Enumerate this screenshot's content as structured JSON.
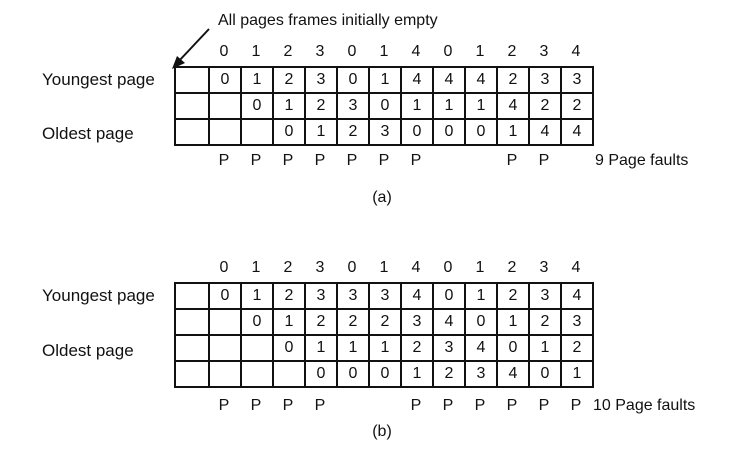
{
  "note": "All pages frames initially empty",
  "row_labels": {
    "youngest": "Youngest page",
    "oldest": "Oldest page"
  },
  "diagram_a": {
    "references": [
      "0",
      "1",
      "2",
      "3",
      "0",
      "1",
      "4",
      "0",
      "1",
      "2",
      "3",
      "4"
    ],
    "rows": [
      [
        "0",
        "1",
        "2",
        "3",
        "0",
        "1",
        "4",
        "4",
        "4",
        "2",
        "3",
        "3"
      ],
      [
        "",
        "0",
        "1",
        "2",
        "3",
        "0",
        "1",
        "1",
        "1",
        "4",
        "2",
        "2"
      ],
      [
        "",
        "",
        "0",
        "1",
        "2",
        "3",
        "0",
        "0",
        "0",
        "1",
        "4",
        "4"
      ]
    ],
    "faults": [
      "P",
      "P",
      "P",
      "P",
      "P",
      "P",
      "P",
      "",
      "",
      "P",
      "P",
      ""
    ],
    "summary": "9 Page faults",
    "caption": "(a)"
  },
  "diagram_b": {
    "references": [
      "0",
      "1",
      "2",
      "3",
      "0",
      "1",
      "4",
      "0",
      "1",
      "2",
      "3",
      "4"
    ],
    "rows": [
      [
        "0",
        "1",
        "2",
        "3",
        "3",
        "3",
        "4",
        "0",
        "1",
        "2",
        "3",
        "4"
      ],
      [
        "",
        "0",
        "1",
        "2",
        "2",
        "2",
        "3",
        "4",
        "0",
        "1",
        "2",
        "3"
      ],
      [
        "",
        "",
        "0",
        "1",
        "1",
        "1",
        "2",
        "3",
        "4",
        "0",
        "1",
        "2"
      ],
      [
        "",
        "",
        "",
        "0",
        "0",
        "0",
        "1",
        "2",
        "3",
        "4",
        "0",
        "1"
      ]
    ],
    "faults": [
      "P",
      "P",
      "P",
      "P",
      "",
      "",
      "P",
      "P",
      "P",
      "P",
      "P",
      "P"
    ],
    "summary": "10 Page faults",
    "caption": "(b)"
  }
}
